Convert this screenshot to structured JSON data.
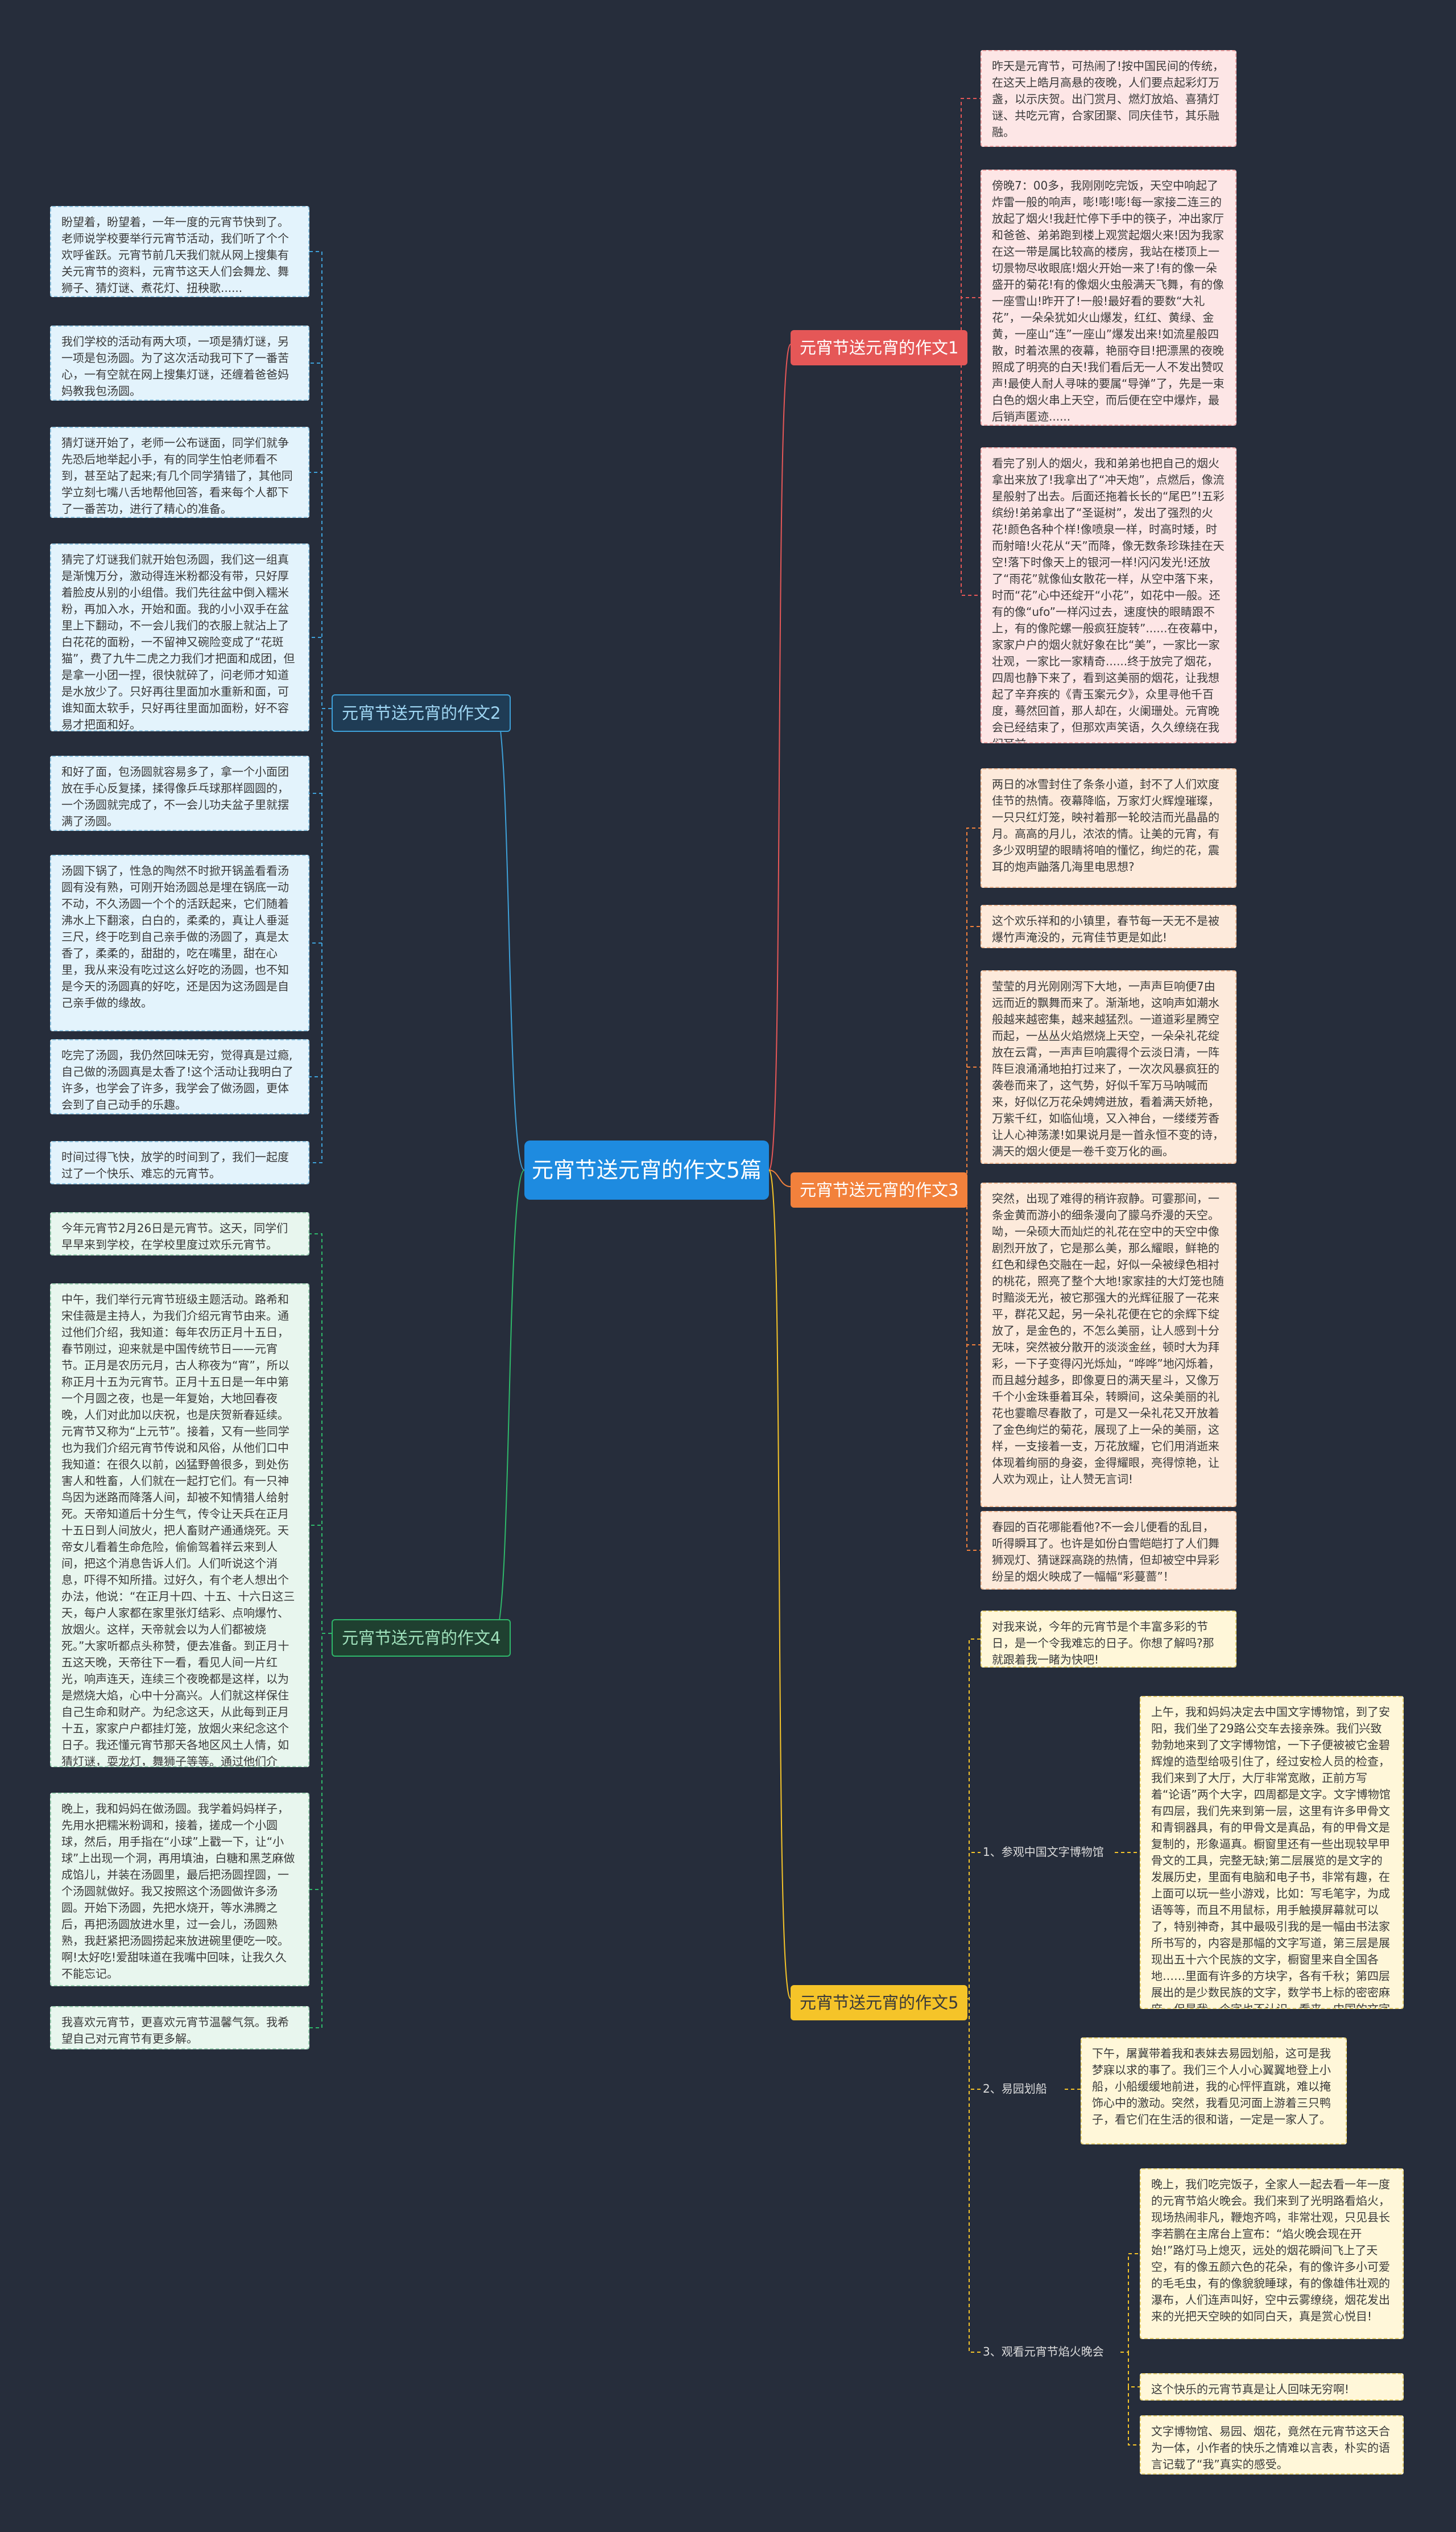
{
  "center": "元宵节送元宵的作文5篇",
  "branches": [
    {
      "label": "元宵节送元宵的作文1",
      "color": "#e55757",
      "paragraphs": [
        "昨天是元宵节，可热闹了!按中国民间的传统，在这天上皓月高悬的夜晚，人们要点起彩灯万盏，以示庆贺。出门赏月、燃灯放焰、喜猜灯谜、共吃元宵，合家团聚、同庆佳节，其乐融融。",
        "傍晚7：00多，我刚刚吃完饭，天空中响起了炸雷一般的响声，嘭!嘭!嘭!每一家接二连三的放起了烟火!我赶忙停下手中的筷子，冲出家厅和爸爸、弟弟跑到楼上观赏起烟火来!因为我家在这一带是属比较高的楼房，我站在楼顶上一切景物尽收眼底!烟火开始一来了!有的像一朵盛开的菊花!有的像烟火虫般满天飞舞，有的像一座雪山!昨开了!一般!最好看的要数“大礼花”，一朵朵犹如火山爆发，红红、黄绿、金黄，一座山“连”一座山”爆发出来!如流星般四散，时着浓黑的夜幕，艳丽夺目!把漂黑的夜晚照成了明亮的白天!我们看后无一人不发出赞叹声!最使人耐人寻味的要属“导弹”了，先是一束白色的烟火串上天空，而后便在空中爆炸，最后销声匿迹......",
        "看完了别人的烟火，我和弟弟也把自己的烟火拿出来放了!我拿出了“冲天炮”，点燃后，像流星般射了出去。后面还拖着长长的“尾巴”!五彩缤纷!弟弟拿出了“圣诞树”，发出了强烈的火花!颜色各种个样!像喷泉一样，时高时矮，时而射暗!火花从“天”而降，像无数条珍珠挂在天空!落下时像天上的银河一样!闪闪发光!还放了“雨花”就像仙女散花一样，从空中落下来，时而“花”心中还绽开“小花”，如花中一般。还有的像“ufo”一样闪过去，速度快的眼睛跟不上，有的像陀螺一般疯狂旋转”......在夜幕中，家家户户的烟火就好象在比“美”，一家比一家壮观，一家比一家精奇......终于放完了烟花，四周也静下来了，看到这美丽的烟花，让我想起了辛弃疾的《青玉案元夕》，众里寻他千百度，蓦然回首，那人却在，火阑珊处。元宵晚会已经结束了，但那欢声笑语，久久缭绕在我们耳前......"
      ]
    },
    {
      "label": "元宵节送元宵的作文2",
      "color": "#3ea0d8",
      "paragraphs": [
        "盼望着，盼望着，一年一度的元宵节快到了。老师说学校要举行元宵节活动，我们听了个个欢呼雀跃。元宵节前几天我们就从网上搜集有关元宵节的资料，元宵节这天人们会舞龙、舞狮子、猜灯谜、煮花灯、扭秧歌......",
        "我们学校的活动有两大项，一项是猜灯谜，另一项是包汤圆。为了这次活动我可下了一番苦心，一有空就在网上搜集灯谜，还缠着爸爸妈妈教我包汤圆。",
        "猜灯谜开始了，老师一公布谜面，同学们就争先恐后地举起小手，有的同学生怕老师看不到，甚至站了起来;有几个同学猜错了，其他同学立刻七嘴八舌地帮他回答，看来每个人都下了一番苦功，进行了精心的准备。",
        "猜完了灯谜我们就开始包汤圆，我们这一组真是渐愧万分，激动得连米粉都没有带，只好厚着脸皮从别的小组借。我们先往盆中倒入糯米粉，再加入水，开始和面。我的小小双手在盆里上下翻动，不一会儿我们的衣服上就沾上了白花花的面粉，一不留神又碗险变成了“花斑猫”，费了九牛二虎之力我们才把面和成团，但是拿一小团一捏，很快就碎了，问老师才知道是水放少了。只好再往里面加水重新和面，可谁知面太软手，只好再往里面加面粉，好不容易才把面和好。",
        "和好了面，包汤圆就容易多了，拿一个小面团放在手心反复揉，揉得像乒乓球那样圆圆的，一个汤圆就完成了，不一会儿功夫盆子里就摆满了汤圆。",
        "汤圆下锅了，性急的陶然不时掀开锅盖看看汤圆有没有熟，可刚开始汤圆总是埋在锅底一动不动，不久汤圆一个个的活跃起来，它们随着沸水上下翻滚，白白的，柔柔的，真让人垂涎三尺，终于吃到自己亲手做的汤圆了，真是太香了，柔柔的，甜甜的，吃在嘴里，甜在心里，我从来没有吃过这么好吃的汤圆，也不知是今天的汤圆真的好吃，还是因为这汤圆是自己亲手做的缘故。",
        "吃完了汤圆，我仍然回味无穷，觉得真是过瘾,自己做的汤圆真是太香了!这个活动让我明白了许多，也学会了许多，我学会了做汤圆，更体会到了自己动手的乐趣。",
        "时间过得飞快，放学的时间到了，我们一起度过了一个快乐、难忘的元宵节。"
      ]
    },
    {
      "label": "元宵节送元宵的作文3",
      "color": "#f2813c",
      "paragraphs": [
        "两日的冰雪封住了条条小道，封不了人们欢度佳节的热情。夜幕降临，万家灯火辉煌璀璨，一只只红灯笼，映衬着那一轮皎洁而光晶晶的月。高高的月儿，浓浓的情。让美的元宵，有多少双明望的眼睛将咱的懂忆，绚烂的花，震耳的炮声鼬落几海里电思想?",
        "这个欢乐祥和的小镇里，春节每一天无不是被爆竹声淹没的，元宵佳节更是如此!",
        "莹莹的月光刚刚泻下大地，一声声巨响便7由远而近的飘舞而来了。渐渐地，这响声如潮水般越来越密集，越来越猛烈。一道道彩星腾空而起，一丛丛火焰燃烧上天空，一朵朵礼花绽放在云霄，一声声巨响震得个云淡日清，一阵阵巨浪涌涌地拍打过来了，一次次风暴疯狂的袭卷而来了，这气势，好似千军万马呐喊而来，好似亿万花朵娉娉迸放，看着满天娇艳，万紫千红，如临仙境，又入神台，一缕缕芳香让人心神荡漾!如果说月是一首永恒不变的诗，满天的烟火便是一卷千变万化的画。",
        "突然，出现了难得的稍许寂静。可霎那间，一条金黄而游小的细条漫向了朦乌乔漫的天空。呦，一朵硕大而灿烂的礼花在空中的天空中像剧烈开放了，它是那么美，那么耀眼，鲜艳的红色和绿色交融在一起，好似一朵被绿色相衬的桃花，照亮了整个大地!家家挂的大灯笼也随时黯淡无光，被它那强大的光辉征服了一花来平，群花又起，另一朵礼花便在它的余辉下绽放了，是金色的，不怎么美丽，让人感到十分无味，突然被分散开的淡淡金丝，顿时大为拜彩，一下子变得闪光烁灿，“哗哗”地闪烁着，而且越分越多，即像夏日的满天星斗，又像万千个小金珠垂着耳朵，转瞬间，这朵美丽的礼花也霎瞻尽春散了，可是又一朵礼花又开放着了金色绚烂的菊花，展现了上一朵的美丽，这样，一支接着一支，万花放耀，它们用消逝来体现着绚丽的身姿，金得耀眼，亮得惊艳，让人欢为观止，让人赞无言词!",
        "春园的百花哪能看他?不一会儿便看的乱目，听得瞬耳了。也许是如份白雪皑皑打了人们舞狮观灯、猜谜踩高跷的热情，但却被空中异彩纷呈的烟火映成了一幅幅“彩蔓蔷”！"
      ]
    },
    {
      "label": "元宵节送元宵的作文4",
      "color": "#2fb86a",
      "paragraphs": [
        "今年元宵节2月26日是元宵节。这天，同学们早早来到学校，在学校里度过欢乐元宵节。",
        "中午，我们举行元宵节班级主题活动。路希和宋佳薇是主持人，为我们介绍元宵节由来。通过他们介绍，我知道：每年农历正月十五日，春节刚过，迎来就是中国传统节日——元宵节。正月是农历元月，古人称夜为“宵”，所以称正月十五为元宵节。正月十五日是一年中第一个月圆之夜，也是一年复始，大地回春夜晚，人们对此加以庆祝，也是庆贺新春延续。元宵节又称为“上元节”。接着，又有一些同学也为我们介绍元宵节传说和风俗，从他们口中我知道：在很久以前，凶猛野兽很多，到处伤害人和牲畜，人们就在一起打它们。有一只神鸟因为迷路而降落人间，却被不知情猎人给射死。天帝知道后十分生气，传令让天兵在正月十五日到人间放火，把人畜财产通通烧死。天帝女儿看着生命危险，偷偷驾着祥云来到人间，把这个消息告诉人们。人们听说这个消息，吓得不知所措。过好久，有个老人想出个办法，他说：“在正月十四、十五、十六日这三天，每户人家都在家里张灯结彩、点响爆竹、放烟火。这样，天帝就会以为人们都被烧死。”大家听都点头称赞，便去准备。到正月十五这天晚，天帝往下一看，看见人间一片红光，响声连天，连续三个夜晚都是这样，以为是燃烧大焰，心中十分高兴。人们就这样保住自己生命和财产。为纪念这天，从此每到正月十五，家家户户都挂灯笼，放烟火来纪念这个日子。我还懂元宵节那天各地区风土人情，如猜灯谜，耍龙灯，舞狮子等等。通过他们介绍，我对元宵节认识更上一层楼。",
        "晚上，我和妈妈在做汤圆。我学着妈妈样子，先用水把糯米粉调和，接着，搓成一个小圆球，然后，用手指在“小球”上戳一下，让“小球”上出现一个洞，再用填油，白糖和黑芝麻做成馅儿，并装在汤圆里，最后把汤圆捏圆，一个汤圆就做好。我又按照这个汤圆做许多汤圆。开始下汤圆，先把水烧开，等水沸腾之后，再把汤圆放进水里，过一会儿，汤圆熟熟，我赶紧把汤圆捞起来放进碗里便吃一咬。啊!太好吃!爱甜味道在我嘴中回味，让我久久不能忘记。",
        "我喜欢元宵节，更喜欢元宵节温馨气氛。我希望自己对元宵节有更多解。"
      ]
    },
    {
      "label": "元宵节送元宵的作文5",
      "color": "#f5c429",
      "intro": "对我来说，今年的元宵节是个丰富多彩的节日，是一个令我难忘的日子。你想了解吗?那就跟着我一睹为快吧!",
      "subs": [
        {
          "title": "1、参观中国文字博物馆",
          "text": "上午，我和妈妈决定去中国文字博物馆，到了安阳，我们坐了29路公交车去接亲殊。我们兴致勃勃地来到了文字博物馆，一下子便被被它金碧辉煌的造型给吸引住了，经过安检人员的检查，我们来到了大厅，大厅非常宽敞，正前方写着“论语”两个大字，四周都是文字。文字博物馆有四层，我们先来到第一层，这里有许多甲骨文和青铜器具，有的甲骨文是真品，有的甲骨文是复制的，形象逼真。橱窗里还有一些出现较早甲骨文的工具，完整无缺;第二层展览的是文字的发展历史，里面有电脑和电子书，非常有趣，在上面可以玩一些小游戏，比如：写毛笔字，为成语等等，而且不用鼠标，用手触摸屏幕就可以了，特别神奇，其中最吸引我的是一幅由书法家所书写的，内容是那幅的文字写道，第三层是展现出五十六个民族的文字，橱窗里来自全国各地……里面有许多的方块字，各有千秋；第四层展出的是少数民族的文字，数学书上标的密密麻麻，但是我一个字也不认识，看来，中国的文字真是举世无双了。"
        },
        {
          "title": "2、易园划船",
          "text": "下午，屠冀带着我和表妹去易园划船，这可是我梦寐以求的事了。我们三个人小心翼翼地登上小船，小船缓缓地前进，我的心怦怦直跳，难以掩饰心中的激动。突然，我看见河面上游着三只鸭子，看它们在生活的很和谐，一定是一家人了。"
        },
        {
          "title": "3、观看元宵节焰火晚会",
          "text": "晚上，我们吃完饭子，全家人一起去看一年一度的元宵节焰火晚会。我们来到了光明路看焰火，现场热闹非凡，鞭炮齐鸣，非常壮观，只见县长李若鹏在主席台上宣布：“焰火晚会现在开始!”路灯马上熄灭，远处的烟花瞬间飞上了天空，有的像五颜六色的花朵，有的像许多小可爱的毛毛虫，有的像貌貌睡球，有的像雄伟壮观的瀑布，人们连声叫好，空中云雾缭绕，烟花发出来的光把天空映的如同白天，真是赏心悦目!"
        }
      ],
      "tail": [
        "这个快乐的元宵节真是让人回味无穷啊!",
        "文字博物馆、易园、烟花，竟然在元宵节这天合为一体，小作者的快乐之情难以言表，朴实的语言记载了“我”真实的感受。"
      ]
    }
  ]
}
